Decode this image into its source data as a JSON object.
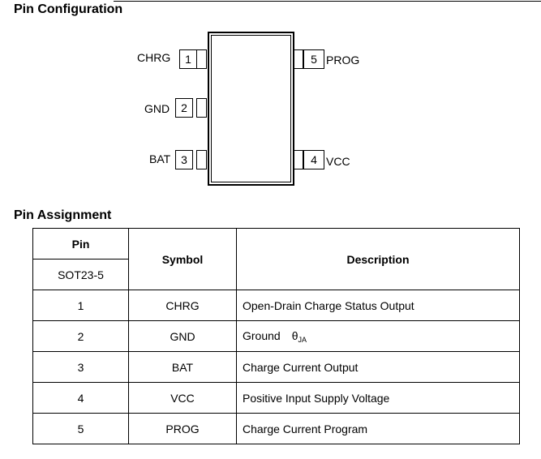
{
  "sections": {
    "pin_configuration": "Pin Configuration",
    "pin_assignment": "Pin Assignment"
  },
  "diagram": {
    "left_pins": [
      {
        "number": "1",
        "name": "CHRG"
      },
      {
        "number": "2",
        "name": "GND"
      },
      {
        "number": "3",
        "name": "BAT"
      }
    ],
    "right_pins": [
      {
        "number": "5",
        "name": "PROG"
      },
      {
        "number": "4",
        "name": "VCC"
      }
    ]
  },
  "table": {
    "headers": {
      "pin": "Pin",
      "package": "SOT23-5",
      "symbol": "Symbol",
      "description": "Description"
    },
    "rows": [
      {
        "pin": "1",
        "symbol": "CHRG",
        "description": "Open-Drain Charge Status Output"
      },
      {
        "pin": "2",
        "symbol": "GND",
        "description": "Ground",
        "theta": "θ",
        "theta_sub": "JA"
      },
      {
        "pin": "3",
        "symbol": "BAT",
        "description": "Charge Current Output"
      },
      {
        "pin": "4",
        "symbol": "VCC",
        "description": "Positive Input Supply Voltage"
      },
      {
        "pin": "5",
        "symbol": "PROG",
        "description": "Charge Current Program"
      }
    ]
  }
}
